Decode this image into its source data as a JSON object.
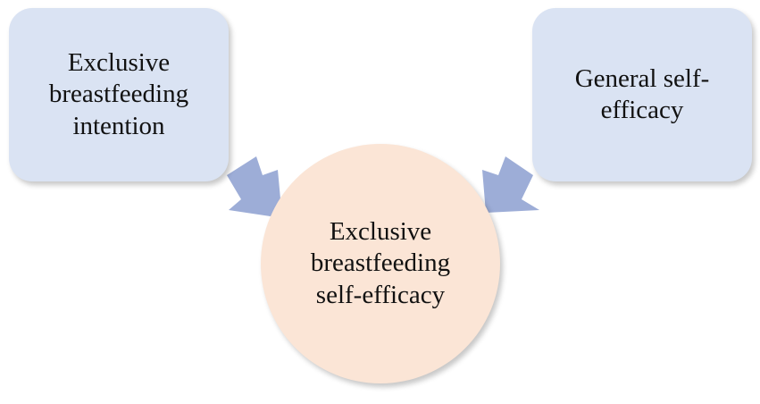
{
  "diagram": {
    "nodes": [
      {
        "id": "left",
        "label": "Exclusive\nbreastfeeding\nintention"
      },
      {
        "id": "right",
        "label": "General self-\nefficacy"
      },
      {
        "id": "center",
        "label": "Exclusive\nbreastfeeding\nself-efficacy"
      }
    ],
    "edges": [
      {
        "from": "left",
        "to": "center"
      },
      {
        "from": "right",
        "to": "center"
      }
    ]
  },
  "colors": {
    "box_fill": "#dae3f3",
    "circle_fill": "#fbe5d6",
    "arrow_fill": "#9dadd7"
  }
}
